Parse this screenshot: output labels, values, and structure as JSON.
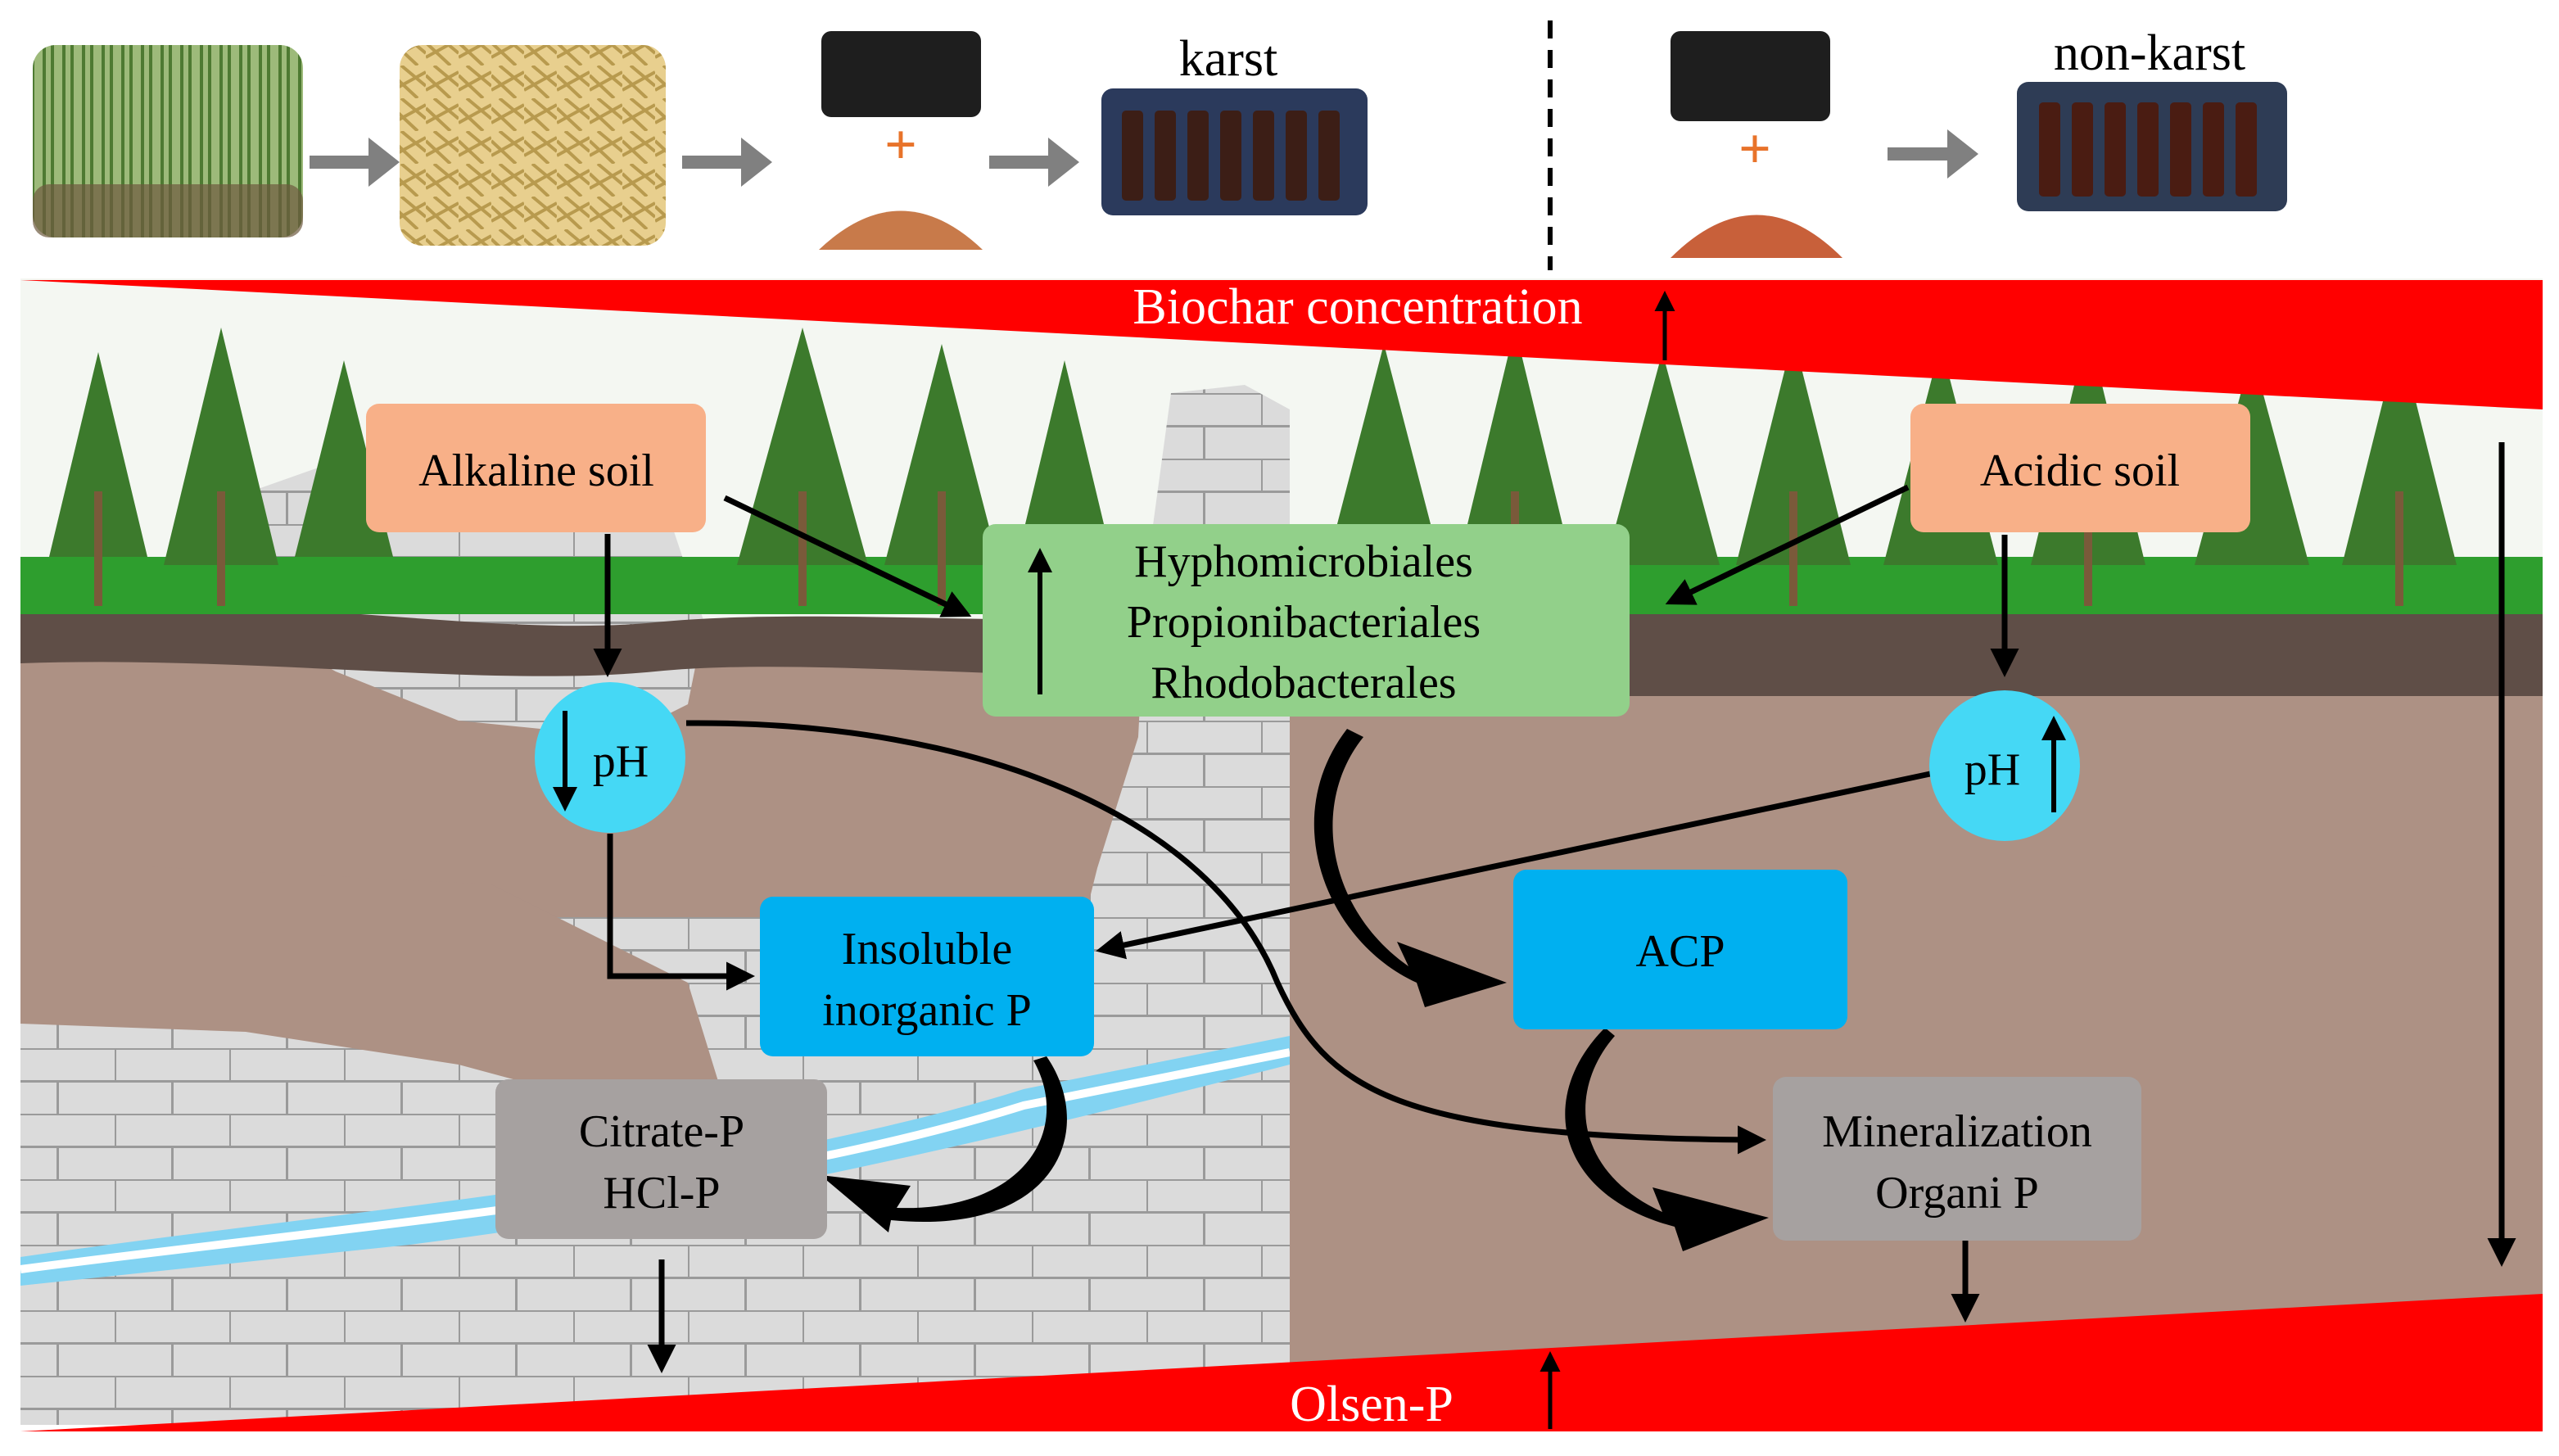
{
  "top_process": {
    "karst_label": "karst",
    "nonkarst_label": "non-karst",
    "plus_symbol": "+"
  },
  "gradients": {
    "biochar_label": "Biochar concentration",
    "olsen_label": "Olsen-P",
    "arrow_glyph": "↑"
  },
  "boxes": {
    "alkaline_soil": "Alkaline soil",
    "acidic_soil": "Acidic soil",
    "microbes": [
      "Hyphomicrobiales",
      "Propionibacteriales",
      "Rhodobacterales"
    ],
    "ph_left": "pH",
    "ph_right": "pH",
    "insoluble_p": [
      "Insoluble",
      "inorganic P"
    ],
    "acp": "ACP",
    "citrate_hcl": [
      "Citrate-P",
      "HCl-P"
    ],
    "mineralization": [
      "Mineralization",
      "Organi P"
    ]
  },
  "colors": {
    "orange_box": "#F8B088",
    "green_box": "#92D08A",
    "blue_box": "#00B0F0",
    "cyan_circle": "#45D8F5",
    "gray_box": "#A6A1A0",
    "red": "#FF0000",
    "soil": "#AD9184",
    "limestone": "#D9D9D9",
    "water": "#82D3F2"
  }
}
